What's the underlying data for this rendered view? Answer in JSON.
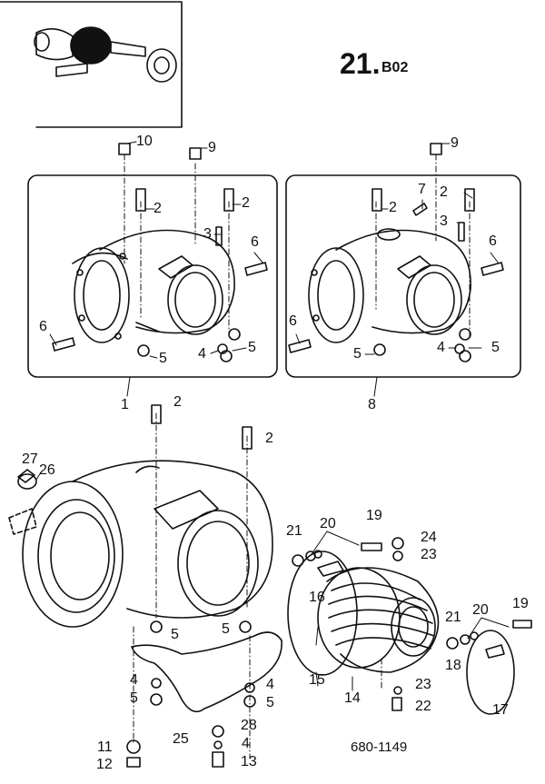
{
  "header": {
    "section_number": "21.",
    "section_suffix": "B02"
  },
  "footer": {
    "document_number": "680-1149"
  },
  "callouts": {
    "c10": "10",
    "c9a": "9",
    "c9b": "9",
    "c2a": "2",
    "c2b": "2",
    "c3a": "3",
    "c6a": "6",
    "c6b": "6",
    "c5a": "5",
    "c4a": "4",
    "c5b": "5",
    "c1": "1",
    "c7": "7",
    "c2c": "2",
    "c2d": "2",
    "c3b": "3",
    "c6c": "6",
    "c6d": "6",
    "c5c": "5",
    "c4b": "4",
    "c5d": "5",
    "c8": "8",
    "c2e": "2",
    "c2f": "2",
    "c27": "27",
    "c26": "26",
    "c21a": "21",
    "c20a": "20",
    "c19a": "19",
    "c24": "24",
    "c23a": "23",
    "c16": "16",
    "c15": "15",
    "c14": "14",
    "c23b": "23",
    "c22": "22",
    "c21b": "21",
    "c20b": "20",
    "c19b": "19",
    "c18": "18",
    "c17": "17",
    "c5e": "5",
    "c5f": "5",
    "c4c": "4",
    "c5g": "5",
    "c4d": "4",
    "c5h": "5",
    "c25": "25",
    "c28": "28",
    "c4e": "4",
    "c13": "13",
    "c11": "11",
    "c12": "12"
  }
}
